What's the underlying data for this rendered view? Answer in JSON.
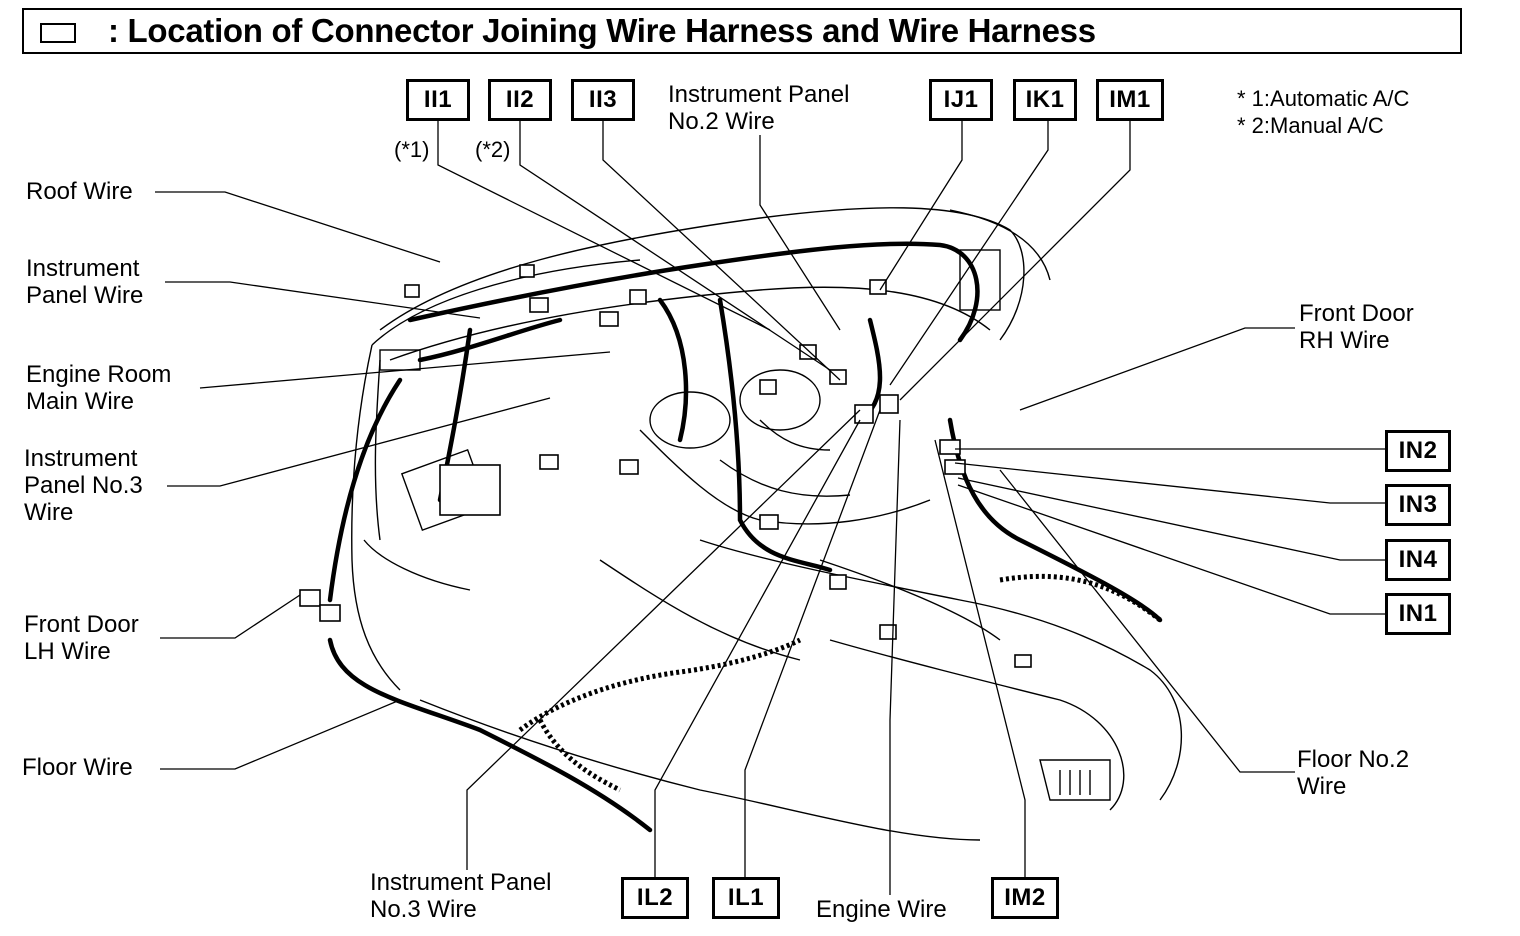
{
  "title": ": Location of Connector Joining Wire Harness and Wire Harness",
  "icons": {
    "title_icon": "rectangle-connector-icon"
  },
  "notes": {
    "n1": "* 1:Automatic A/C",
    "n2": "* 2:Manual A/C"
  },
  "variant_marks": {
    "v1": "(*1)",
    "v2": "(*2)"
  },
  "connectors": {
    "II1": "II1",
    "II2": "II2",
    "II3": "II3",
    "IJ1": "IJ1",
    "IK1": "IK1",
    "IM1": "IM1",
    "IN2": "IN2",
    "IN3": "IN3",
    "IN4": "IN4",
    "IN1": "IN1",
    "IL2": "IL2",
    "IL1": "IL1",
    "IM2": "IM2"
  },
  "wires": {
    "roof": "Roof Wire",
    "instrument_panel": "Instrument\nPanel Wire",
    "engine_room_main": "Engine Room\nMain Wire",
    "instrument_panel_no3_left": "Instrument\nPanel No.3\nWire",
    "front_door_lh": "Front Door\nLH Wire",
    "floor": "Floor Wire",
    "instrument_panel_no2": "Instrument Panel\nNo.2 Wire",
    "front_door_rh": "Front Door\nRH Wire",
    "floor_no2": "Floor No.2\nWire",
    "instrument_panel_no3_bottom": "Instrument Panel\nNo.3 Wire",
    "engine": "Engine Wire"
  }
}
